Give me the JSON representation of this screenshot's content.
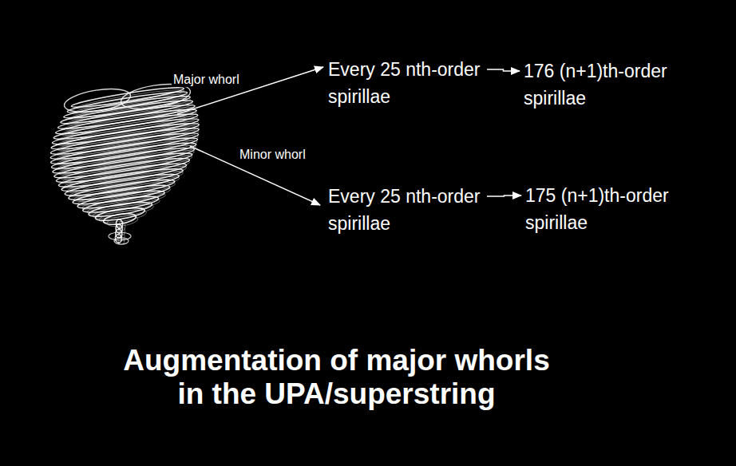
{
  "diagram": {
    "title": "Augmentation of major whorls in the UPA/superstring",
    "nodes": [
      {
        "text": [
          "Every 25 nth-order spirillae"
        ]
      },
      {
        "text": [
          "176 (n+1)th-order spirillae"
        ]
      },
      {
        "text": [
          "Every 25 nth-order spirillae"
        ]
      },
      {
        "text": [
          "175 (n+1)th-order spirillae"
        ]
      }
    ],
    "edges": [
      {
        "from": 0,
        "to": 1,
        "arrow": "to"
      },
      {
        "from": 2,
        "to": 3,
        "arrow": "to"
      }
    ],
    "labels": [
      "Major whorl",
      "Minor whorl"
    ]
  }
}
